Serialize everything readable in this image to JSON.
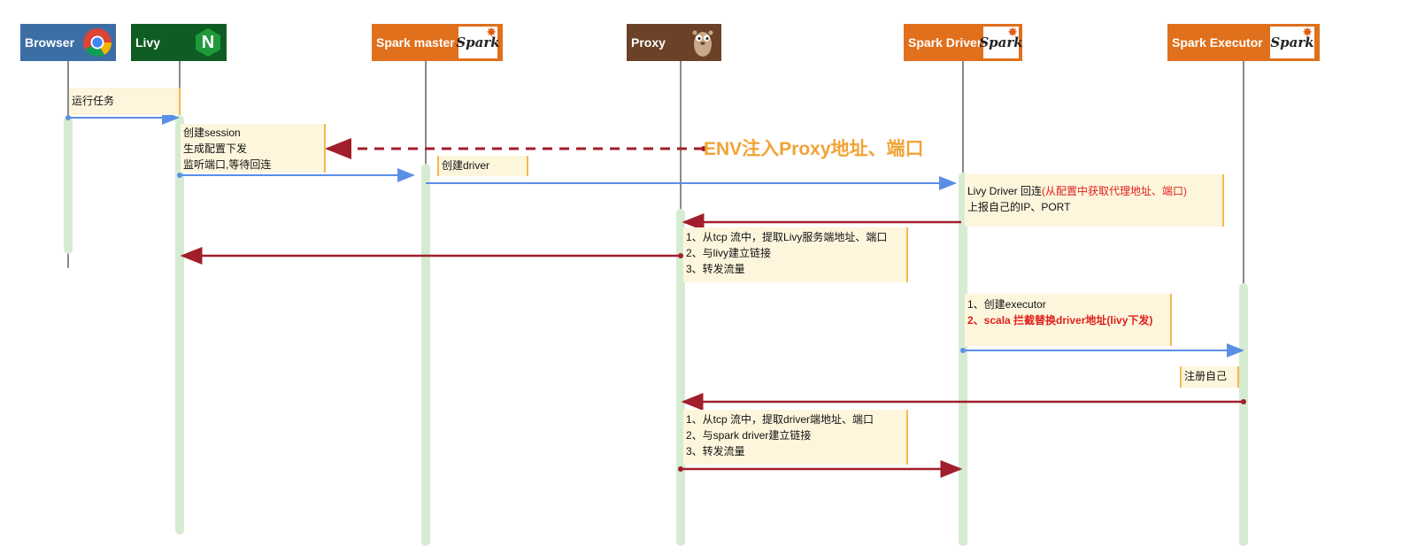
{
  "participants": [
    {
      "label": "Browser",
      "icon": "chrome-icon",
      "color": "#3b6ea5"
    },
    {
      "label": "Livy",
      "icon": "nginx-n-icon",
      "icon_text": "N",
      "color": "#0f5c24"
    },
    {
      "label": "Spark master",
      "icon": "spark-logo-icon",
      "icon_text": "Spark",
      "color": "#e0701c"
    },
    {
      "label": "Proxy",
      "icon": "gopher-icon",
      "color": "#6b4127"
    },
    {
      "label": "Spark Driver",
      "icon": "spark-logo-icon",
      "icon_text": "Spark",
      "color": "#e0701c"
    },
    {
      "label": "Spark Executor",
      "icon": "spark-logo-icon",
      "icon_text": "Spark",
      "color": "#e0701c"
    }
  ],
  "notes": {
    "run_task": "运行任务",
    "livy_create": [
      "创建session",
      "生成配置下发",
      "监听端口,等待回连"
    ],
    "env_inject": "ENV注入Proxy地址、端口",
    "create_driver": "创建driver",
    "driver_callback_prefix": "Livy Driver 回连",
    "driver_callback_red": "(从配置中获取代理地址、端口)",
    "driver_report": "上报自己的IP、PORT",
    "proxy_livy": [
      "1、从tcp 流中，提取Livy服务端地址、端口",
      "2、与livy建立链接",
      "3、转发流量"
    ],
    "driver_exec_1": "1、创建executor",
    "driver_exec_2": "2、scala 拦截替换driver地址(livy下发)",
    "register_self": "注册自己",
    "proxy_driver": [
      "1、从tcp 流中，提取driver端地址、端口",
      "2、与spark driver建立链接",
      "3、转发流量"
    ]
  },
  "colors": {
    "blue_arrow": "#5b8fe6",
    "red_arrow": "#a11e2b",
    "lifeline": "#8a8a8a",
    "activation": "#d6ecd2",
    "note_bg": "#fdf6dd",
    "note_border": "#f5b84d",
    "env_text": "#f1a335",
    "red_text": "#e0201b"
  }
}
